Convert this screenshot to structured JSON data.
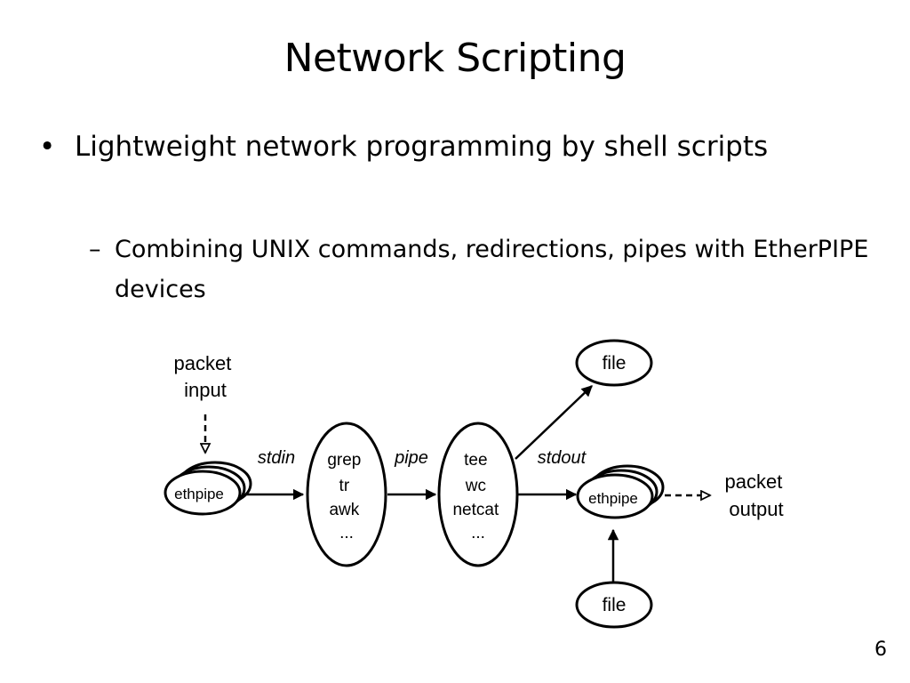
{
  "slide": {
    "title": "Network Scripting",
    "page_number": "6"
  },
  "bullets": {
    "level1": {
      "marker": "•",
      "text": "Lightweight network programming by shell scripts"
    },
    "level2": {
      "marker": "–",
      "text": "Combining UNIX commands, redirections, pipes with EtherPIPE devices"
    }
  },
  "diagram": {
    "packet_input_label": [
      "packet",
      "input"
    ],
    "ethpipe_in_label": "ethpipe",
    "stdin_label": "stdin",
    "filter_commands": [
      "grep",
      "tr",
      "awk",
      "..."
    ],
    "pipe_label": "pipe",
    "output_commands": [
      "tee",
      "wc",
      "netcat",
      "..."
    ],
    "stdout_label": "stdout",
    "ethpipe_out_label": "ethpipe",
    "packet_output_label": [
      "packet",
      "output"
    ],
    "file_top_label": "file",
    "file_bottom_label": "file"
  }
}
